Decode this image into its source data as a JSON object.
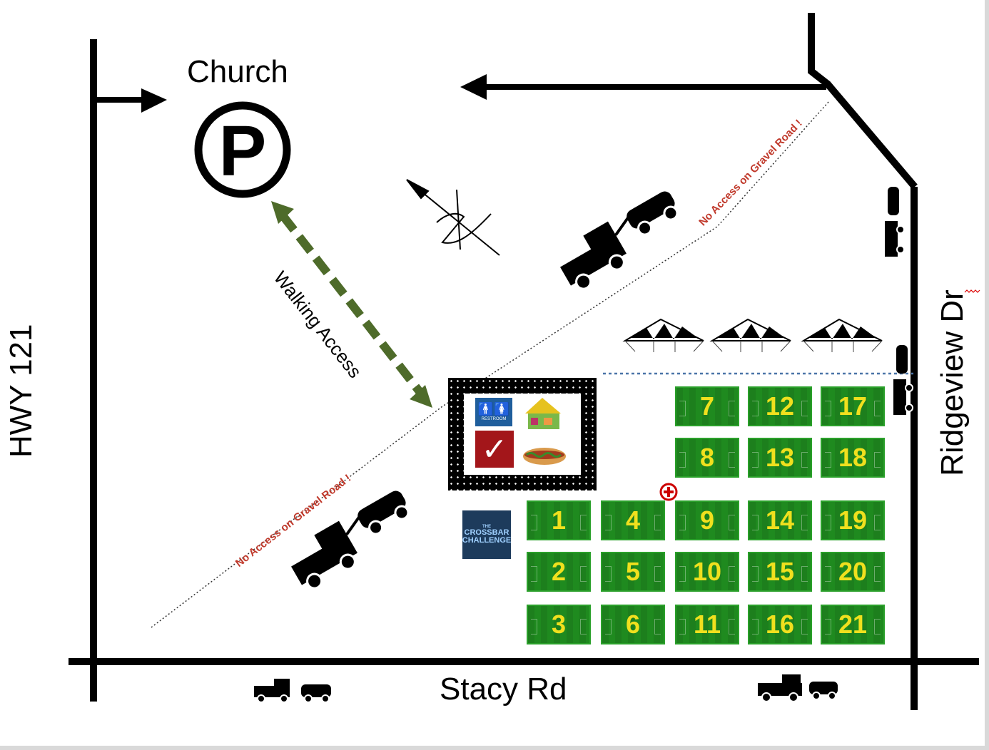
{
  "labels": {
    "church": "Church",
    "hwy": "HWY 121",
    "ridgeview": "Ridgeview Dr",
    "stacy": "Stacy Rd",
    "walking_access": "Walking Access",
    "no_access_upper": "No Access on Gravel Road !",
    "no_access_lower": "No Access on Gravel Road !"
  },
  "icons": {
    "parking": "P",
    "restroom_text": "RESTROOM",
    "check": "✓",
    "first_aid": "red-cross-icon"
  },
  "crossbar": {
    "line1": "THE",
    "line2": "CROSSBAR",
    "line3": "CHALLENGE"
  },
  "fields": [
    "1",
    "2",
    "3",
    "4",
    "5",
    "6",
    "7",
    "8",
    "9",
    "10",
    "11",
    "12",
    "13",
    "14",
    "15",
    "16",
    "17",
    "18",
    "19",
    "20",
    "21"
  ],
  "colors": {
    "field": "#1f8a1f",
    "field_number": "#f0e01e",
    "walking_arrow": "#4e6b2a",
    "no_access_text": "#c0392b",
    "crossbar_bg": "#1d3b5c",
    "restroom_bg": "#1f5e9c",
    "check_bg": "#a3161a"
  }
}
